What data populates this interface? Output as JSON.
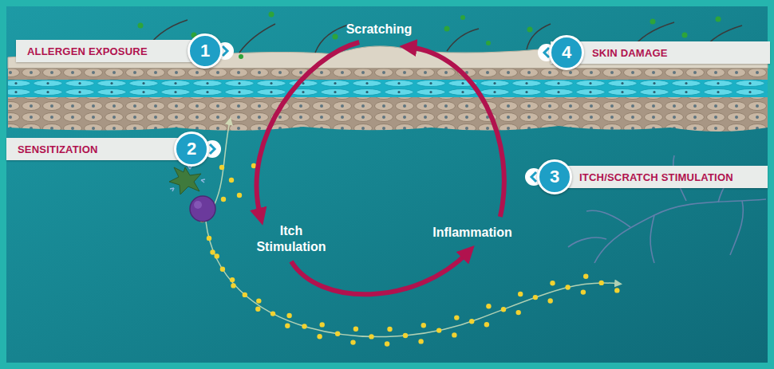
{
  "diagram": {
    "nodes": [
      {
        "text": [
          "ALLERGEN EXPOSURE"
        ]
      },
      {
        "text": [
          "1"
        ]
      },
      {
        "text": [
          "Scratching"
        ]
      },
      {
        "text": [
          "4"
        ]
      },
      {
        "text": [
          "SKIN DAMAGE"
        ]
      },
      {
        "text": [
          "SENSITIZATION"
        ]
      },
      {
        "text": [
          "2"
        ]
      },
      {
        "text": [
          "3"
        ]
      },
      {
        "text": [
          "ITCH/SCRATCH STIMULATION"
        ]
      },
      {
        "text": [
          "Itch Stimulation"
        ]
      },
      {
        "text": [
          "Inflammation"
        ]
      }
    ],
    "edges": [
      {
        "from": 2,
        "to": 9,
        "arrow": "to"
      },
      {
        "from": 9,
        "to": 10,
        "arrow": "to"
      },
      {
        "from": 10,
        "to": 2,
        "arrow": "to"
      }
    ]
  }
}
